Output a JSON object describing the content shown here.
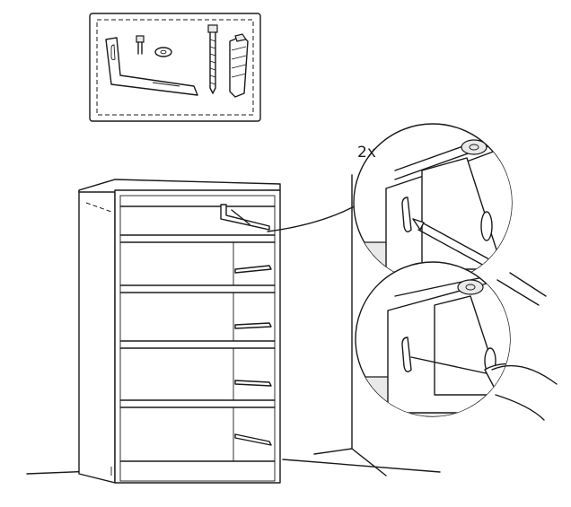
{
  "quantity_label": "2x",
  "parts_icons": [
    "wall-bracket",
    "small-screw",
    "washer",
    "long-screw",
    "wall-plug"
  ]
}
